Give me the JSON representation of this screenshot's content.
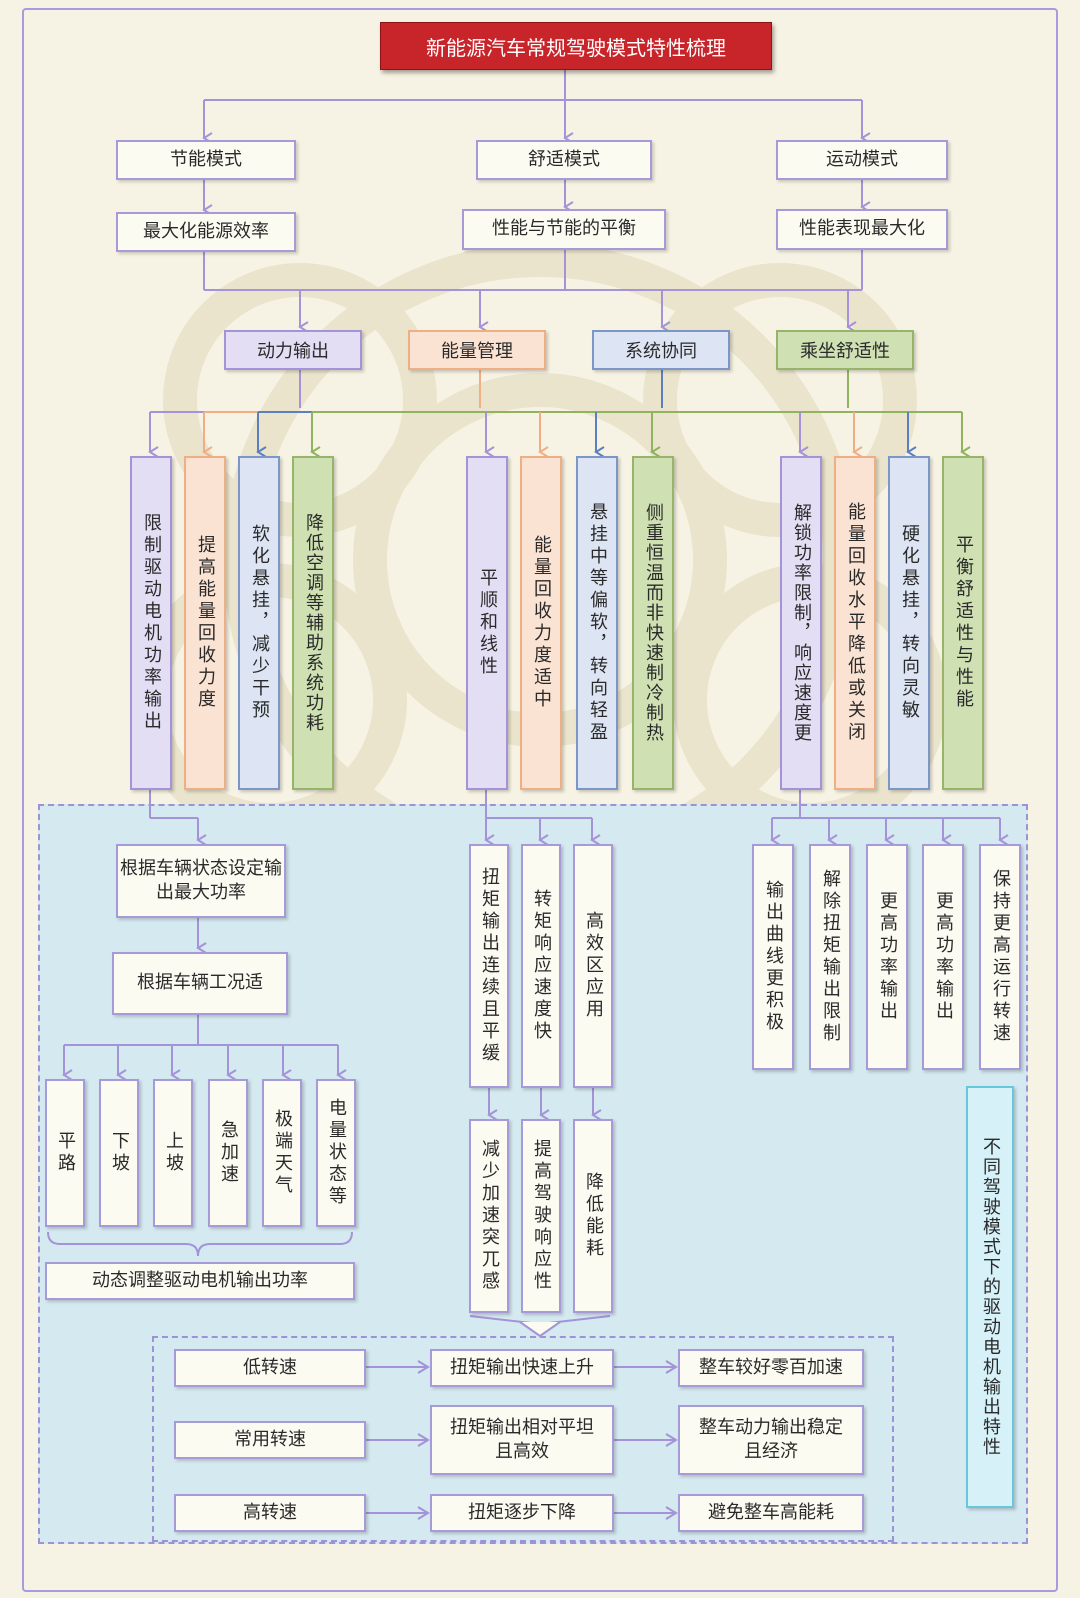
{
  "title": "新能源汽车常规驾驶模式特性梳理",
  "modes": [
    {
      "name": "节能模式",
      "goal": "最大化能源效率"
    },
    {
      "name": "舒适模式",
      "goal": "性能与节能的平衡"
    },
    {
      "name": "运动模式",
      "goal": "性能表现最大化"
    }
  ],
  "categories": [
    "动力输出",
    "能量管理",
    "系统协同",
    "乘坐舒适性"
  ],
  "colors": {
    "purple": "#a493d8",
    "orange": "#f0ae85",
    "blue": "#5b7fc0",
    "green": "#8fb35e",
    "title_red": "#c8252b"
  },
  "eco": {
    "features": [
      "限制驱动电机功率输出",
      "提高能量回收力度",
      "软化悬挂，减少干预",
      "降低空调等辅助系统功耗"
    ],
    "step1": "根据车辆状态设定输出最大功率",
    "step2": "根据车辆工况适",
    "conditions": [
      "平路",
      "下坡",
      "上坡",
      "急加速",
      "极端天气",
      "电量状态等"
    ],
    "result": "动态调整驱动电机输出功率"
  },
  "comfort": {
    "features": [
      "平顺和线性",
      "能量回收力度适中",
      "悬挂中等偏软，转向轻盈",
      "侧重恒温而非快速制冷制热"
    ],
    "details": [
      "扭矩输出连续且平缓",
      "转矩响应速度快",
      "高效区应用"
    ],
    "results": [
      "减少加速突兀感",
      "提高驾驶响应性",
      "降低能耗"
    ]
  },
  "sport": {
    "features": [
      "解锁功率限制，响应速度更",
      "能量回收水平降低或关闭",
      "硬化悬挂，转向灵敏",
      "平衡舒适性与性能"
    ],
    "details": [
      "输出曲线更积极",
      "解除扭矩输出限制",
      "更高功率输出",
      "更高功率输出",
      "保持更高运行转速"
    ]
  },
  "side_note": "不同驾驶模式下的驱动电机输出特性",
  "speed_table": [
    {
      "speed": "低转速",
      "torque": "扭矩输出快速上升",
      "effect": "整车较好零百加速"
    },
    {
      "speed": "常用转速",
      "torque": "扭矩输出相对平坦且高效",
      "effect": "整车动力输出稳定且经济"
    },
    {
      "speed": "高转速",
      "torque": "扭矩逐步下降",
      "effect": "避免整车高能耗"
    }
  ]
}
